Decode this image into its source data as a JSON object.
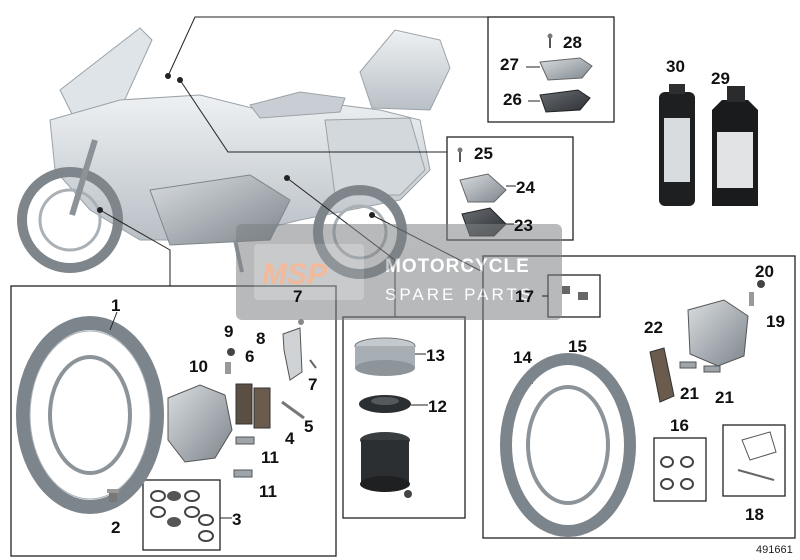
{
  "diagram": {
    "callouts": {
      "n1": "1",
      "n2": "2",
      "n3": "3",
      "n4": "4",
      "n5": "5",
      "n6": "6",
      "n7a": "7",
      "n7b": "7",
      "n8": "8",
      "n9": "9",
      "n10": "10",
      "n11a": "11",
      "n11b": "11",
      "n12": "12",
      "n13": "13",
      "n14": "14",
      "n15": "15",
      "n16": "16",
      "n17": "17",
      "n18": "18",
      "n19": "19",
      "n20": "20",
      "n21a": "21",
      "n21b": "21",
      "n22": "22",
      "n23": "23",
      "n24": "24",
      "n25": "25",
      "n26": "26",
      "n27": "27",
      "n28": "28",
      "n29": "29",
      "n30": "30"
    },
    "watermark": {
      "logo": "MSP",
      "line1": "MOTORCYCLE",
      "line2": "SPARE PARTS"
    },
    "document_id": "491661"
  }
}
